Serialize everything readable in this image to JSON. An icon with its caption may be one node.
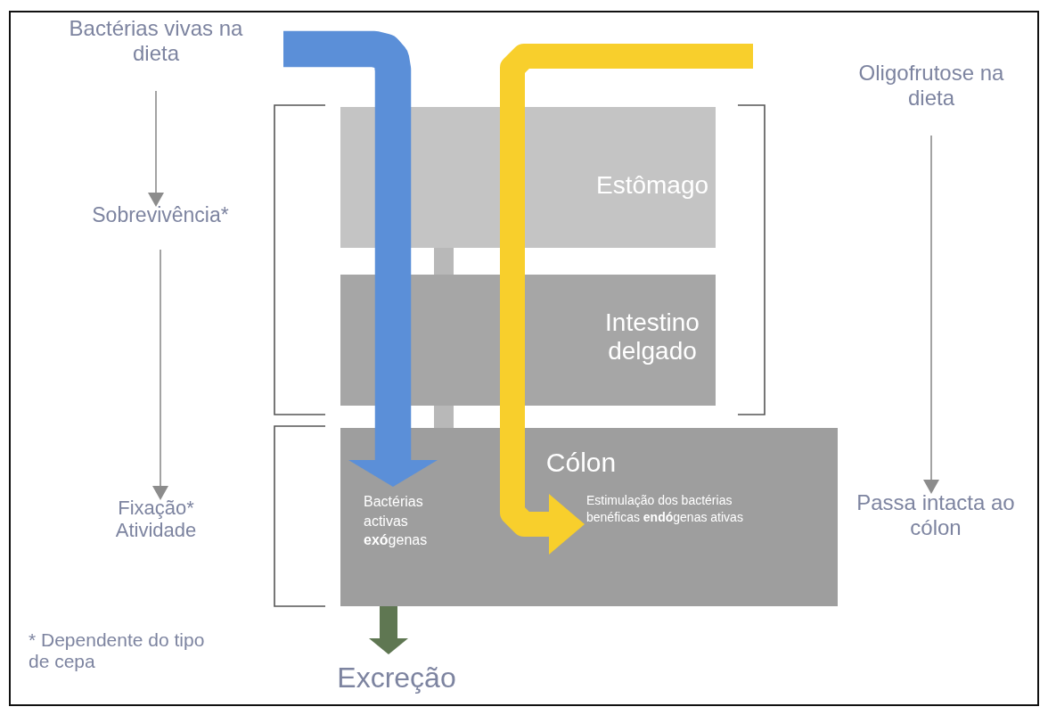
{
  "diagram": {
    "nodes": [
      {
        "text": [
          "Bactérias vivas na dieta"
        ]
      },
      {
        "text": [
          "Sobrevivência*"
        ]
      },
      {
        "text": [
          "Fixação* Atividade"
        ]
      },
      {
        "text": [
          "Estômago"
        ]
      },
      {
        "text": [
          "Intestino delgado"
        ]
      },
      {
        "text": [
          "Cólon"
        ]
      },
      {
        "text": [
          "Bactérias activas **exó**genas"
        ],
        "in": 5
      },
      {
        "text": [
          "Estimulação dos bactérias benéficas **endó**genas ativas"
        ],
        "in": 5
      },
      {
        "text": [
          "Excreção"
        ]
      },
      {
        "text": [
          "Oligofrutose na dieta"
        ]
      },
      {
        "text": [
          "Passa intacta ao cólon"
        ]
      }
    ],
    "edges": [
      {
        "from": 0,
        "to": 1,
        "arrow": "to"
      },
      {
        "from": 1,
        "to": 2,
        "arrow": "to"
      },
      {
        "from": 9,
        "to": 10,
        "arrow": "to"
      },
      {
        "from": null,
        "to": 6,
        "arrow": "to",
        "style": "thick",
        "color": "#5b8fd8"
      },
      {
        "from": null,
        "to": 7,
        "arrow": "to",
        "color": "#f8cf2c"
      },
      {
        "from": 5,
        "to": 8,
        "arrow": "to",
        "color": "#5f7752"
      },
      {
        "from": 3,
        "to": 4,
        "arrow": "none",
        "color": "#b8b8b8"
      },
      {
        "from": 4,
        "to": 5,
        "arrow": "none",
        "color": "#b8b8b8"
      }
    ],
    "labels": [
      "* Dependente do tipo de cepa"
    ]
  }
}
